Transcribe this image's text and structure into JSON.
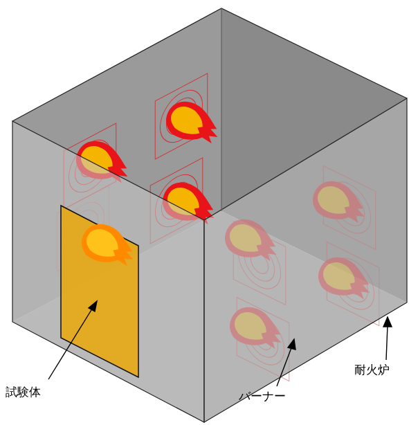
{
  "diagram": {
    "labels": [
      "試験体",
      "バーナー",
      "耐火炉"
    ]
  }
}
